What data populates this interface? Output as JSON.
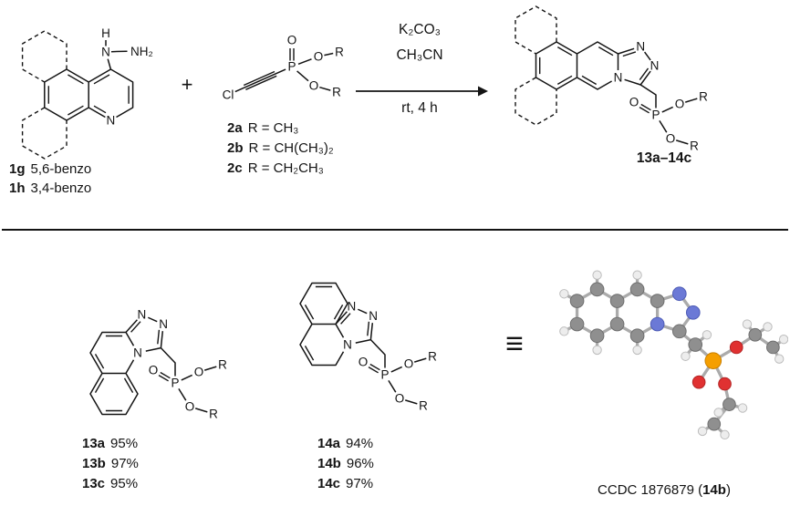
{
  "atoms": {
    "n": "N",
    "h": "H",
    "o": "O",
    "p": "P",
    "r": "R",
    "cl": "Cl",
    "nh2": "NH₂"
  },
  "scheme": {
    "reactant1": {
      "variants": [
        {
          "id": "1g",
          "text": "5,6-benzo"
        },
        {
          "id": "1h",
          "text": "3,4-benzo"
        }
      ]
    },
    "plus": "+",
    "reactant2": {
      "variants": [
        {
          "id": "2a",
          "text": "R = CH₃"
        },
        {
          "id": "2b",
          "text": "R = CH(CH₃)₂"
        },
        {
          "id": "2c",
          "text": "R = CH₂CH₃"
        }
      ]
    },
    "conditions": {
      "base": "K₂CO₃",
      "solvent": "CH₃CN",
      "time": "rt, 4 h"
    },
    "product_id": "13a–14c"
  },
  "results": {
    "yields_13": [
      {
        "id": "13a",
        "value": "95%"
      },
      {
        "id": "13b",
        "value": "97%"
      },
      {
        "id": "13c",
        "value": "95%"
      }
    ],
    "yields_14": [
      {
        "id": "14a",
        "value": "94%"
      },
      {
        "id": "14b",
        "value": "96%"
      },
      {
        "id": "14c",
        "value": "97%"
      }
    ],
    "equivalence": "≡",
    "xray": {
      "caption_prefix": "CCDC 1876879 (",
      "caption_compound": "14b",
      "caption_suffix": ")",
      "atom_colors": {
        "carbon": "#8f8f8f",
        "hydrogen": "#ededed",
        "nitrogen": "#6b79d6",
        "oxygen": "#e03131",
        "phosphorus": "#f59f00"
      }
    }
  }
}
